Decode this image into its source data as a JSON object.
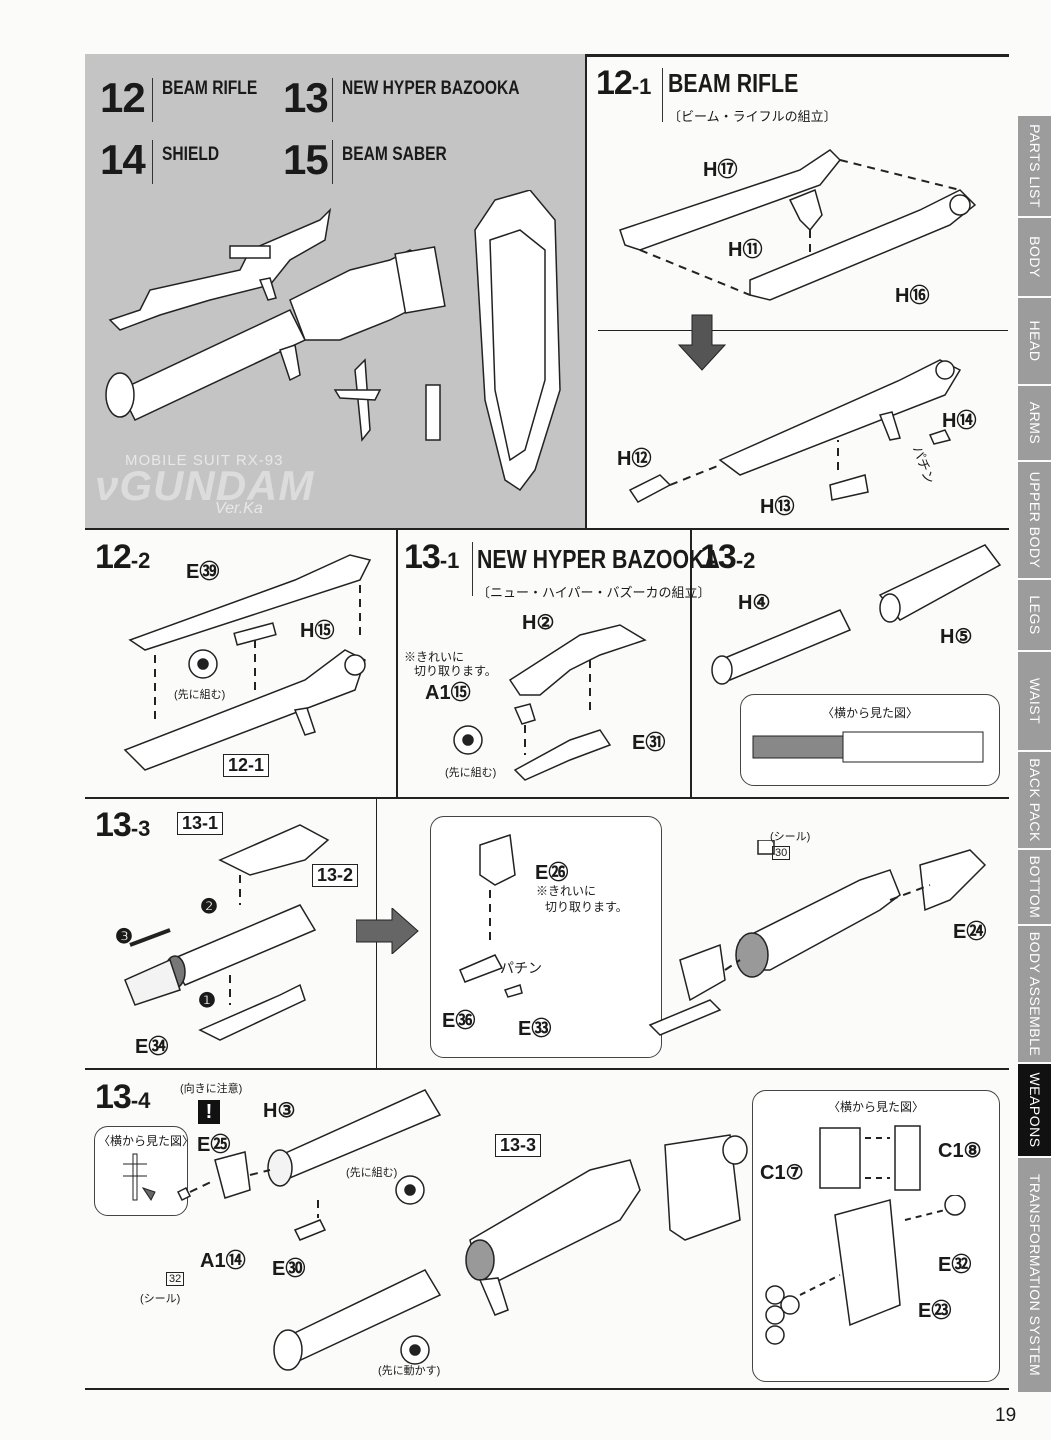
{
  "page_number": "19",
  "intro": {
    "items": [
      {
        "num": "12",
        "label": "BEAM RIFLE"
      },
      {
        "num": "13",
        "label": "NEW HYPER BAZOOKA"
      },
      {
        "num": "14",
        "label": "SHIELD"
      },
      {
        "num": "15",
        "label": "BEAM SABER"
      }
    ],
    "watermark_line": "MOBILE SUIT RX-93",
    "watermark_logo": "νGUNDAM",
    "watermark_ver": "Ver.Ka"
  },
  "step_12_1": {
    "num": "12",
    "sub": "-1",
    "title": "BEAM RIFLE",
    "jp": "〔ビーム・ライフルの組立〕",
    "parts": [
      "H⑰",
      "H⑪",
      "H⑯",
      "H⑭",
      "H⑫",
      "H⑬"
    ],
    "snap": "パチン"
  },
  "step_12_2": {
    "num": "12",
    "sub": "-2",
    "parts": [
      "E㊴",
      "H⑮"
    ],
    "note": "(先に組む)",
    "ref": "12-1"
  },
  "step_13_1": {
    "num": "13",
    "sub": "-1",
    "title": "NEW HYPER BAZOOKA",
    "jp": "〔ニュー・ハイパー・バズーカの組立〕",
    "parts": [
      "H②",
      "A1⑮",
      "E㉛"
    ],
    "clean_note_1": "※きれいに",
    "clean_note_2": "切り取ります。",
    "note": "(先に組む)"
  },
  "step_13_2": {
    "num": "13",
    "sub": "-2",
    "parts": [
      "H④",
      "H⑤"
    ],
    "side_view": "〈横から見た図〉"
  },
  "step_13_3": {
    "num": "13",
    "sub": "-3",
    "refs": [
      "13-1",
      "13-2"
    ],
    "order": [
      "❶",
      "❷",
      "❸"
    ],
    "parts": [
      "E㉞",
      "E㉖",
      "E㊱",
      "E㉝",
      "E㉔"
    ],
    "clean_note_1": "※きれいに",
    "clean_note_2": "切り取ります。",
    "snap": "パチン",
    "sticker": "(シール)",
    "sticker_no": "30"
  },
  "step_13_4": {
    "num": "13",
    "sub": "-4",
    "caution": "(向きに注意)",
    "caution_mark": "!",
    "side_view": "〈横から見た図〉",
    "parts": [
      "H③",
      "E㉕",
      "A1⑭",
      "E㉚"
    ],
    "note_first": "(先に組む)",
    "note_move": "(先に動かす)",
    "sticker": "(シール)",
    "sticker_no": "32",
    "ref": "13-3",
    "side_view_2": "〈横から見た図〉",
    "parts_2": [
      "C1⑦",
      "C1⑧",
      "E㉜",
      "E㉓"
    ]
  },
  "tabs": [
    {
      "label": "PARTS LIST",
      "active": false
    },
    {
      "label": "BODY",
      "active": false
    },
    {
      "label": "HEAD",
      "active": false
    },
    {
      "label": "ARMS",
      "active": false
    },
    {
      "label": "UPPER BODY",
      "active": false
    },
    {
      "label": "LEGS",
      "active": false
    },
    {
      "label": "WAIST",
      "active": false
    },
    {
      "label": "BACK PACK",
      "active": false
    },
    {
      "label": "BOTTOM",
      "active": false
    },
    {
      "label": "BODY ASSEMBLE",
      "active": false
    },
    {
      "label": "WEAPONS",
      "active": true
    },
    {
      "label": "TRANSFORMATION SYSTEM",
      "active": false
    }
  ],
  "colors": {
    "intro_bg": "#c4c4c4",
    "tab_bg": "#9c9c9c",
    "tab_active": "#111111",
    "rule": "#222222"
  }
}
